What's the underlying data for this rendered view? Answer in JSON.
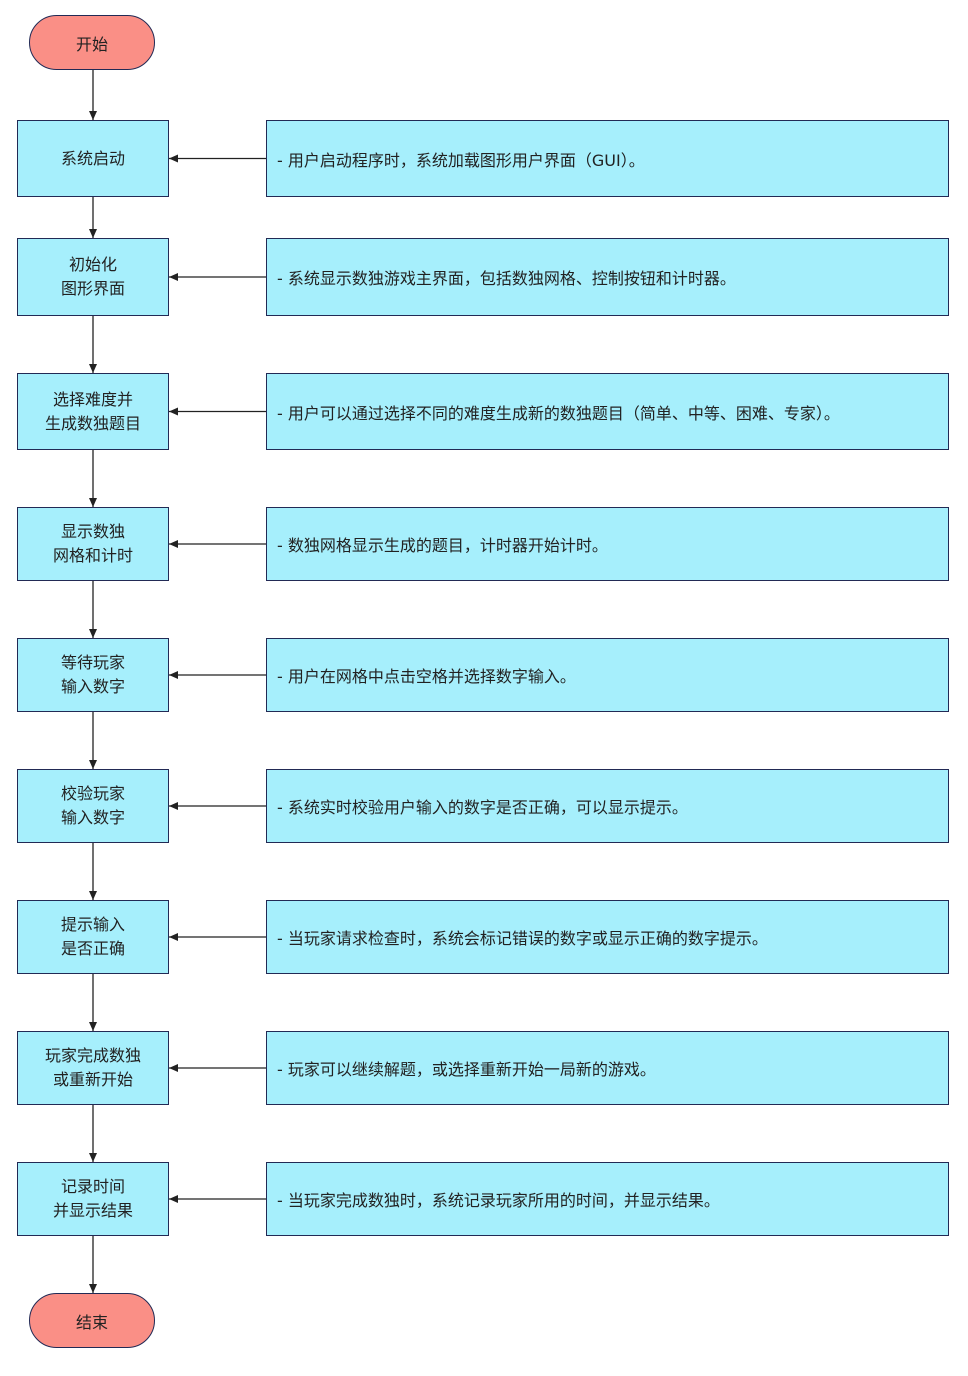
{
  "colors": {
    "terminal": "#fa8f86",
    "process": "#a6effc",
    "border": "#222a55"
  },
  "start": "开始",
  "end": "结束",
  "steps": [
    {
      "label": "系统启动",
      "note": "- 用户启动程序时，系统加载图形用户界面（GUI）。"
    },
    {
      "label": "初始化\n图形界面",
      "note": "- 系统显示数独游戏主界面，包括数独网格、控制按钮和计时器。"
    },
    {
      "label": "选择难度并\n生成数独题目",
      "note": "- 用户可以通过选择不同的难度生成新的数独题目（简单、中等、困难、专家）。"
    },
    {
      "label": "显示数独\n网格和计时",
      "note": "- 数独网格显示生成的题目，计时器开始计时。"
    },
    {
      "label": "等待玩家\n输入数字",
      "note": "- 用户在网格中点击空格并选择数字输入。"
    },
    {
      "label": "校验玩家\n输入数字",
      "note": "- 系统实时校验用户输入的数字是否正确，可以显示提示。"
    },
    {
      "label": "提示输入\n是否正确",
      "note": "- 当玩家请求检查时，系统会标记错误的数字或显示正确的数字提示。"
    },
    {
      "label": "玩家完成数独\n或重新开始",
      "note": "- 玩家可以继续解题，或选择重新开始一局新的游戏。"
    },
    {
      "label": "记录时间\n并显示结果",
      "note": "- 当玩家完成数独时，系统记录玩家所用的时间，并显示结果。"
    }
  ]
}
